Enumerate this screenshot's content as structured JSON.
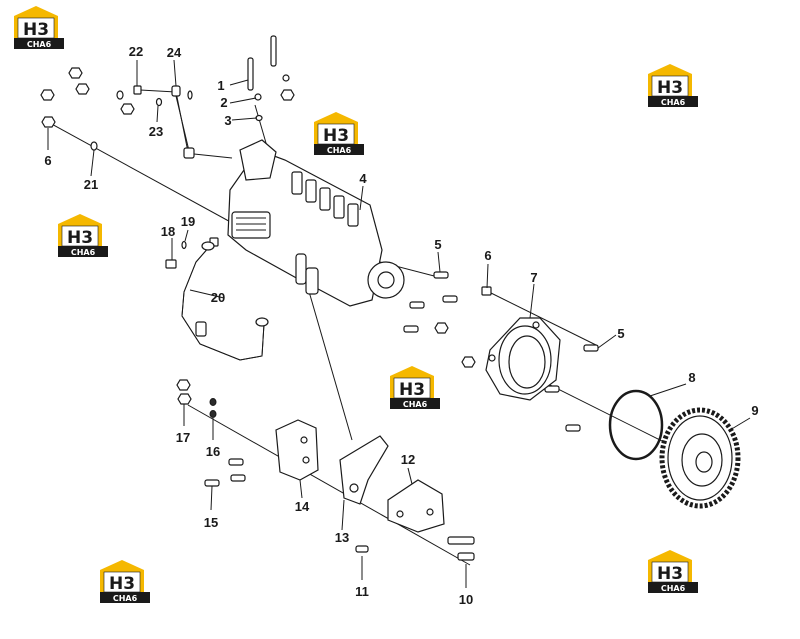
{
  "logo": {
    "mark": "H3",
    "word": "CHA6",
    "colors": {
      "house": "#f5b800",
      "mark_bg": "#ffffff",
      "mark_text": "#1a1a1a",
      "bar": "#1a1a1a",
      "bar_text": "#ffffff"
    }
  },
  "callouts": [
    "1",
    "2",
    "3",
    "4",
    "5",
    "5",
    "6",
    "6",
    "7",
    "8",
    "9",
    "10",
    "11",
    "12",
    "13",
    "14",
    "15",
    "16",
    "17",
    "18",
    "19",
    "20",
    "21",
    "22",
    "23",
    "24"
  ],
  "colors": {
    "ink": "#1a1a1a",
    "background": "#ffffff"
  }
}
